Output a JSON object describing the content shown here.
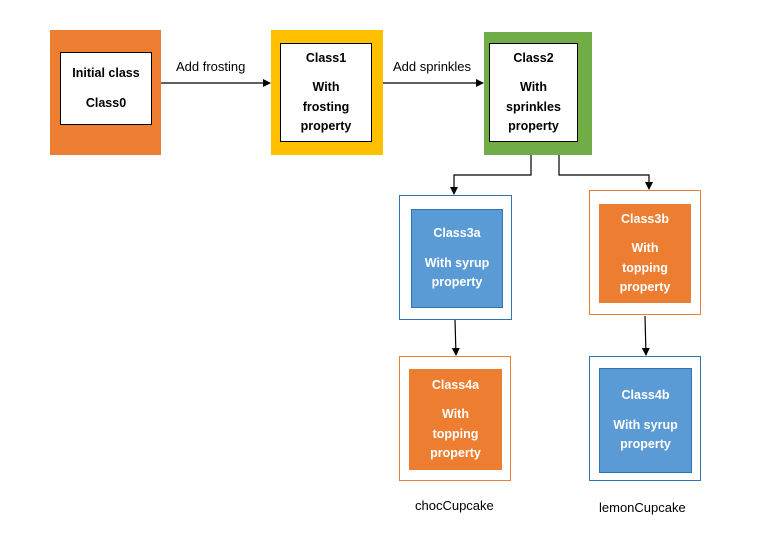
{
  "nodes": {
    "class0": {
      "title": "Initial class",
      "body": "Class0"
    },
    "class1": {
      "title": "Class1",
      "body": "With\nfrosting\nproperty"
    },
    "class2": {
      "title": "Class2",
      "body": "With\nsprinkles\nproperty"
    },
    "class3a": {
      "title": "Class3a",
      "body": "With syrup\nproperty"
    },
    "class3b": {
      "title": "Class3b",
      "body": "With\ntopping\nproperty"
    },
    "class4a": {
      "title": "Class4a",
      "body": "With\ntopping\nproperty"
    },
    "class4b": {
      "title": "Class4b",
      "body": "With syrup\nproperty"
    }
  },
  "edges": {
    "add_frosting": "Add frosting",
    "add_sprinkles": "Add sprinkles"
  },
  "captions": {
    "choc": "chocCupcake",
    "lemon": "lemonCupcake"
  },
  "colors": {
    "orange": "#ED7D31",
    "gold": "#FFC000",
    "green": "#70AD47",
    "blue": "#5B9BD5",
    "outline_blue": "#2E75B6",
    "arrow": "#000000"
  }
}
